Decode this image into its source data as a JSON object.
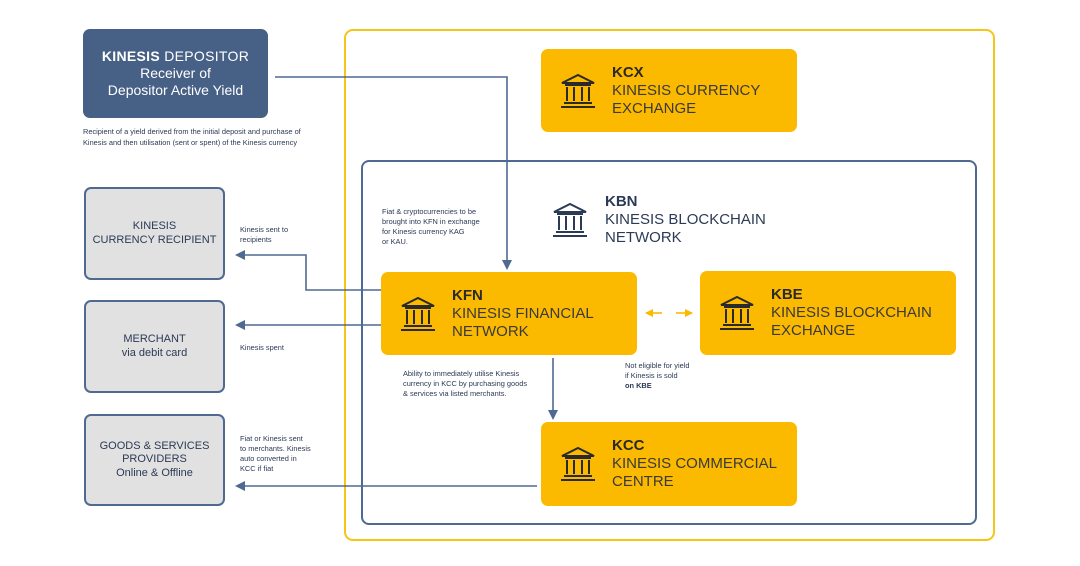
{
  "depositor": {
    "title_bold": "KINESIS",
    "title_rest": "DEPOSITOR",
    "line2": "Receiver of",
    "line3": "Depositor Active Yield",
    "note": "Recipient of a yield derived from the initial deposit and purchase of Kinesis and then utilisation (sent or spent) of the Kinesis currency"
  },
  "left_boxes": {
    "recipient": {
      "line1": "KINESIS",
      "line2": "CURRENCY RECIPIENT"
    },
    "merchant": {
      "line1": "MERCHANT",
      "line2": "via debit card"
    },
    "goods": {
      "line1": "GOODS & SERVICES",
      "line2": "PROVIDERS",
      "line3": "Online & Offline"
    }
  },
  "entities": {
    "kcx": {
      "code": "KCX",
      "line1": "KINESIS CURRENCY",
      "line2": "EXCHANGE"
    },
    "kbn": {
      "code": "KBN",
      "line1": "KINESIS BLOCKCHAIN",
      "line2": "NETWORK"
    },
    "kfn": {
      "code": "KFN",
      "line1": "KINESIS FINANCIAL",
      "line2": "NETWORK"
    },
    "kbe": {
      "code": "KBE",
      "line1": "KINESIS BLOCKCHAIN",
      "line2": "EXCHANGE"
    },
    "kcc": {
      "code": "KCC",
      "line1": "KINESIS COMMERCIAL",
      "line2": "CENTRE"
    }
  },
  "notes": {
    "fiat_crypto": [
      "Fiat & cryptocurrencies to be",
      "brought into KFN in exchange",
      "for Kinesis currency KAG",
      "or KAU."
    ],
    "sent_to_recipients": [
      "Kinesis sent to",
      "recipients"
    ],
    "kinesis_spent": "Kinesis spent",
    "utilise": [
      "Ability to immediately utilise Kinesis",
      "currency in KCC by purchasing goods",
      "& services via listed merchants."
    ],
    "not_eligible": [
      "Not eligible for yield",
      "if Kinesis is sold",
      "on KBE"
    ],
    "fiat_merchants": [
      "Fiat or Kinesis sent",
      "to merchants. Kinesis",
      "auto converted in",
      "KCC if fiat"
    ]
  },
  "colors": {
    "navy": "#476086",
    "line_blue": "#4f6a92",
    "yellow": "#fbb900",
    "yellow_border": "#f5c518",
    "gray": "#e1e1e1"
  },
  "icons": {
    "bank": "bank-building-icon"
  }
}
